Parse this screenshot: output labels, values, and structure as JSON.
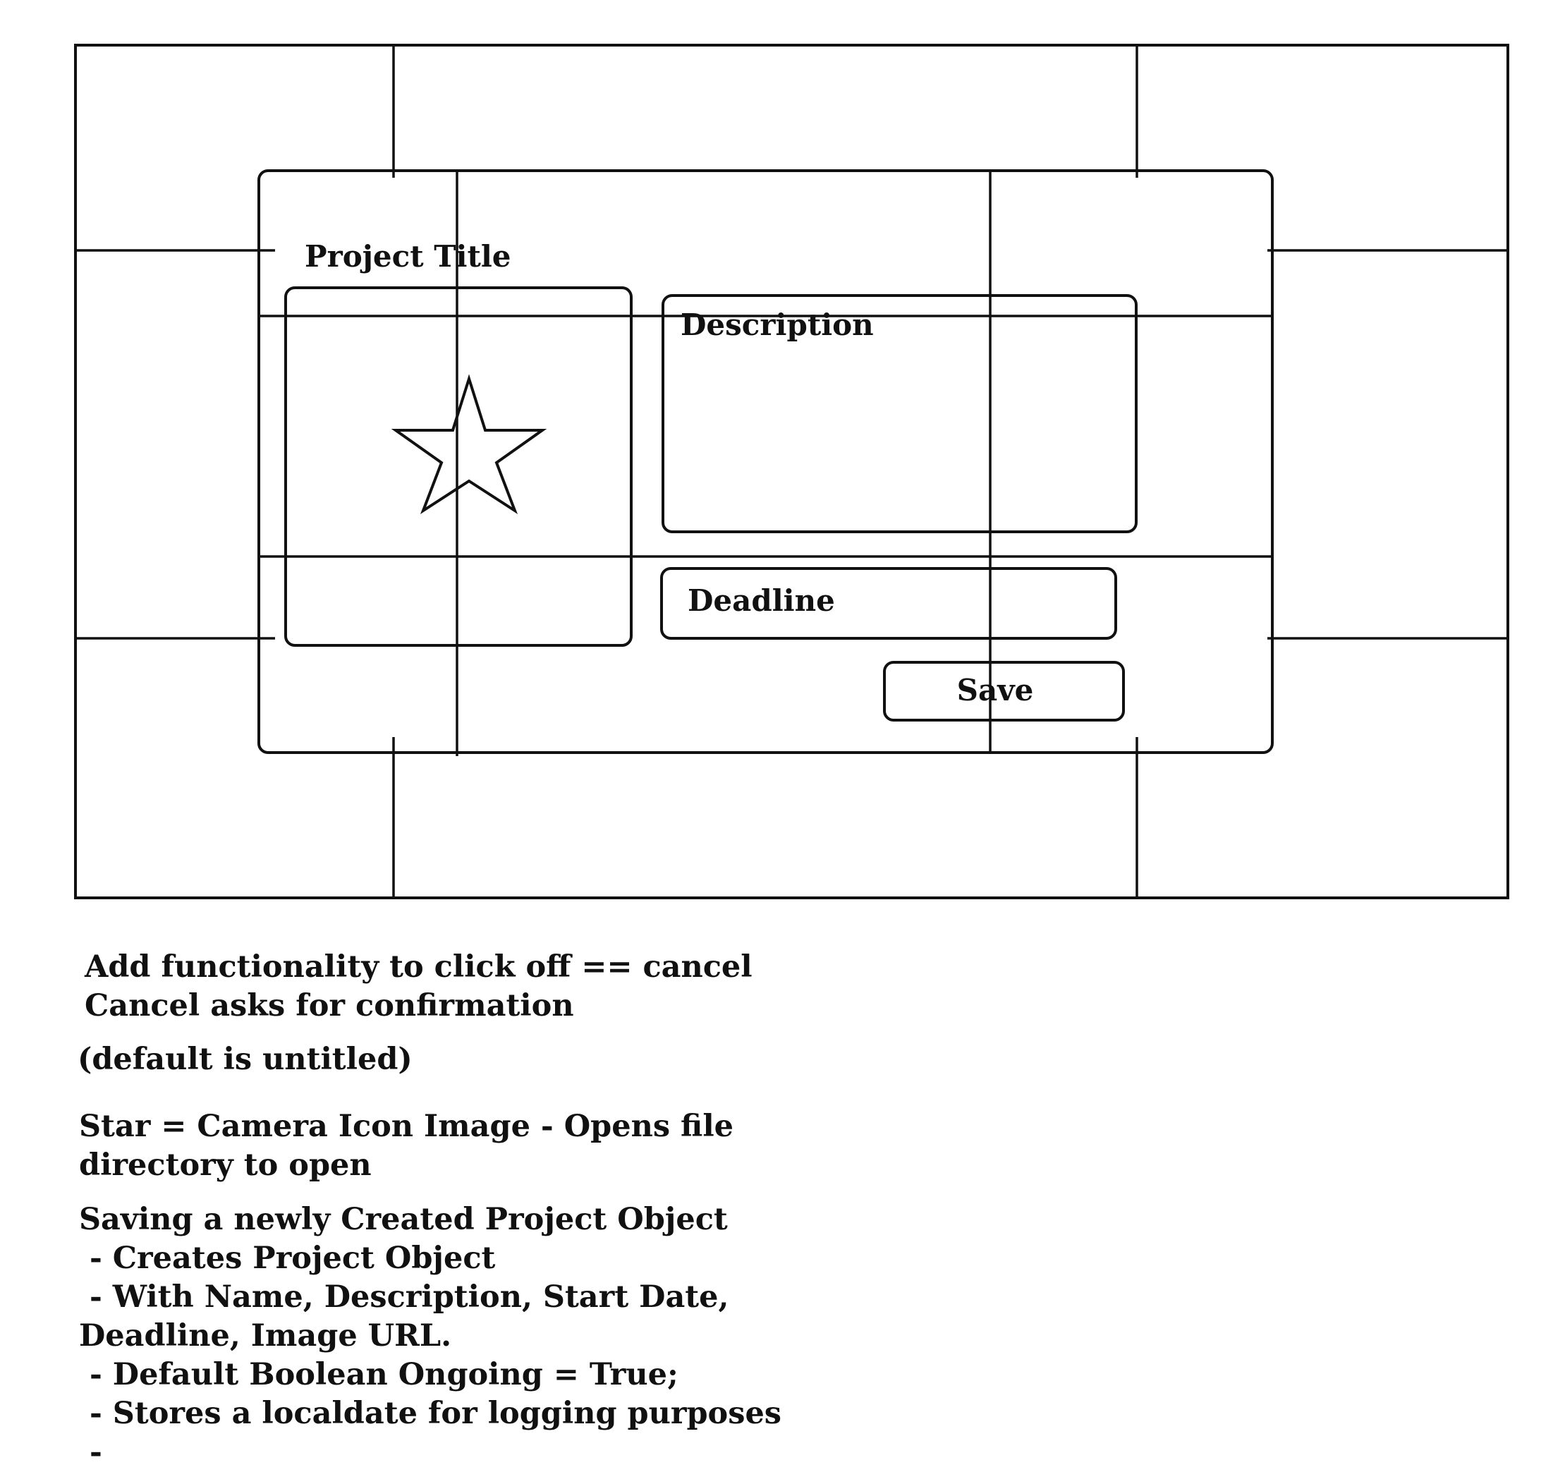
{
  "dialog": {
    "title_label": "Project Title",
    "description_label": "Description",
    "deadline_label": "Deadline",
    "save_label": "Save",
    "image_icon": "star-icon"
  },
  "notes": {
    "click_off": "Add functionality to click off == cancel\nCancel asks for confirmation",
    "default_title": "(default is untitled)",
    "star_note": "Star = Camera Icon Image - Opens file\ndirectory to open",
    "saving": "Saving a newly Created Project Object\n - Creates Project Object\n - With Name, Description, Start Date,\nDeadline, Image URL.\n - Default Boolean Ongoing = True;\n - Stores a localdate for logging purposes\n -"
  },
  "colors": {
    "stroke": "#111111",
    "background": "#ffffff"
  }
}
